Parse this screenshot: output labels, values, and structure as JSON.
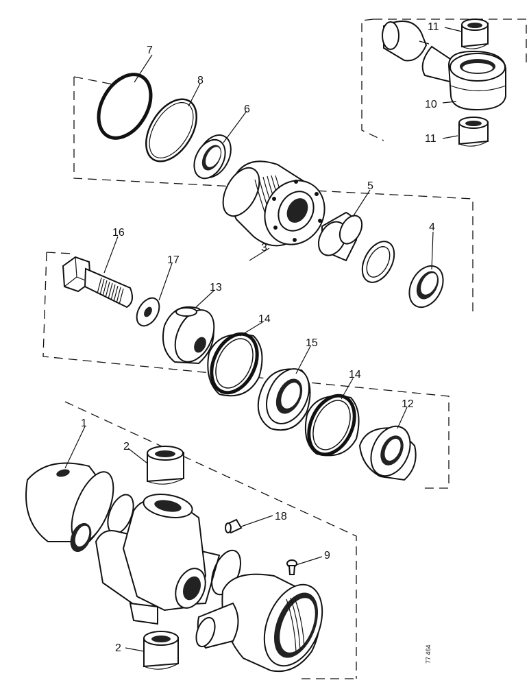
{
  "diagram": {
    "drawing_code": "77 464",
    "callouts": [
      "1",
      "2",
      "2",
      "3",
      "4",
      "5",
      "6",
      "7",
      "8",
      "9",
      "10",
      "11",
      "11",
      "12",
      "13",
      "14",
      "14",
      "15",
      "16",
      "17",
      "18"
    ]
  }
}
